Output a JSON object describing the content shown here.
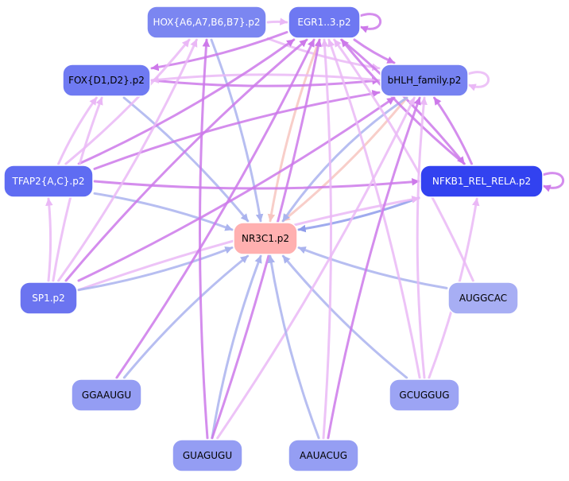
{
  "colors": {
    "edge_violet": "#cd79ea",
    "edge_lavender": "#eab8f6",
    "edge_blue": "#aab3ee",
    "edge_blue_strong": "#8e9ceb",
    "edge_peach": "#f7c5c0",
    "node_outline": "#ffffff"
  },
  "nodes": [
    {
      "id": "hox",
      "label": "HOX{A6,A7,B6,B7}.p2",
      "fill": "#7b86f1",
      "text_color": "#ffffff"
    },
    {
      "id": "egr",
      "label": "EGR1..3.p2",
      "fill": "#6e78f2",
      "text_color": "#ffffff"
    },
    {
      "id": "fox",
      "label": "FOX{D1,D2}.p2",
      "fill": "#6f7af2",
      "text_color": "#000000"
    },
    {
      "id": "bhlh",
      "label": "bHLH_family.p2",
      "fill": "#7682f1",
      "text_color": "#000000"
    },
    {
      "id": "tfap",
      "label": "TFAP2{A,C}.p2",
      "fill": "#5f6cf2",
      "text_color": "#ffffff"
    },
    {
      "id": "nfkb",
      "label": "NFKB1_REL_RELA.p2",
      "fill": "#3242f0",
      "text_color": "#ffffff"
    },
    {
      "id": "nr3c1",
      "label": "NR3C1.p2",
      "fill": "#ffb0b0",
      "text_color": "#000000"
    },
    {
      "id": "sp1",
      "label": "SP1.p2",
      "fill": "#6b74f0",
      "text_color": "#ffffff"
    },
    {
      "id": "auggcac",
      "label": "AUGGCAC",
      "fill": "#a7aef4",
      "text_color": "#000000"
    },
    {
      "id": "ggaaugu",
      "label": "GGAAUGU",
      "fill": "#949df3",
      "text_color": "#000000"
    },
    {
      "id": "gcuggug",
      "label": "GCUGGUG",
      "fill": "#9ca4f4",
      "text_color": "#000000"
    },
    {
      "id": "guagugu",
      "label": "GUAGUGU",
      "fill": "#949df3",
      "text_color": "#000000"
    },
    {
      "id": "aauacug",
      "label": "AAUACUG",
      "fill": "#959ef3",
      "text_color": "#000000"
    }
  ],
  "edges": [
    {
      "from": "egr",
      "to": "egr",
      "color": "violet"
    },
    {
      "from": "nfkb",
      "to": "nfkb",
      "color": "violet"
    },
    {
      "from": "bhlh",
      "to": "bhlh",
      "color": "lavender"
    },
    {
      "from": "hox",
      "to": "egr",
      "color": "lavender"
    },
    {
      "from": "hox",
      "to": "bhlh",
      "color": "lavender"
    },
    {
      "from": "hox",
      "to": "nr3c1",
      "color": "blue"
    },
    {
      "from": "egr",
      "to": "bhlh",
      "color": "violet"
    },
    {
      "from": "egr",
      "to": "fox",
      "color": "violet"
    },
    {
      "from": "egr",
      "to": "nr3c1",
      "color": "peach"
    },
    {
      "from": "egr",
      "to": "nfkb",
      "color": "violet"
    },
    {
      "from": "fox",
      "to": "bhlh",
      "color": "violet"
    },
    {
      "from": "fox",
      "to": "nr3c1",
      "color": "blue"
    },
    {
      "from": "bhlh",
      "to": "fox",
      "color": "lavender"
    },
    {
      "from": "bhlh",
      "to": "nr3c1",
      "color": "peach"
    },
    {
      "from": "bhlh",
      "to": "nr3c1",
      "color": "blue"
    },
    {
      "from": "tfap",
      "to": "fox",
      "color": "lavender"
    },
    {
      "from": "tfap",
      "to": "egr",
      "color": "violet"
    },
    {
      "from": "tfap",
      "to": "bhlh",
      "color": "violet"
    },
    {
      "from": "tfap",
      "to": "nfkb",
      "color": "violet"
    },
    {
      "from": "tfap",
      "to": "nr3c1",
      "color": "blue"
    },
    {
      "from": "tfap",
      "to": "hox",
      "color": "lavender"
    },
    {
      "from": "nfkb",
      "to": "nr3c1",
      "color": "blue_strong"
    },
    {
      "from": "nfkb",
      "to": "bhlh",
      "color": "violet"
    },
    {
      "from": "nfkb",
      "to": "egr",
      "color": "violet"
    },
    {
      "from": "sp1",
      "to": "tfap",
      "color": "lavender"
    },
    {
      "from": "sp1",
      "to": "fox",
      "color": "lavender"
    },
    {
      "from": "sp1",
      "to": "hox",
      "color": "lavender"
    },
    {
      "from": "sp1",
      "to": "egr",
      "color": "violet"
    },
    {
      "from": "sp1",
      "to": "bhlh",
      "color": "violet"
    },
    {
      "from": "sp1",
      "to": "nfkb",
      "color": "lavender"
    },
    {
      "from": "sp1",
      "to": "nr3c1",
      "color": "blue"
    },
    {
      "from": "auggcac",
      "to": "nr3c1",
      "color": "blue"
    },
    {
      "from": "auggcac",
      "to": "egr",
      "color": "lavender"
    },
    {
      "from": "ggaaugu",
      "to": "nr3c1",
      "color": "blue"
    },
    {
      "from": "ggaaugu",
      "to": "egr",
      "color": "violet"
    },
    {
      "from": "gcuggug",
      "to": "nr3c1",
      "color": "blue"
    },
    {
      "from": "gcuggug",
      "to": "nfkb",
      "color": "lavender"
    },
    {
      "from": "gcuggug",
      "to": "bhlh",
      "color": "lavender"
    },
    {
      "from": "gcuggug",
      "to": "egr",
      "color": "lavender"
    },
    {
      "from": "guagugu",
      "to": "nr3c1",
      "color": "blue"
    },
    {
      "from": "guagugu",
      "to": "egr",
      "color": "violet"
    },
    {
      "from": "guagugu",
      "to": "hox",
      "color": "violet"
    },
    {
      "from": "guagugu",
      "to": "bhlh",
      "color": "lavender"
    },
    {
      "from": "aauacug",
      "to": "nr3c1",
      "color": "blue"
    },
    {
      "from": "aauacug",
      "to": "egr",
      "color": "lavender"
    },
    {
      "from": "aauacug",
      "to": "bhlh",
      "color": "violet"
    }
  ]
}
